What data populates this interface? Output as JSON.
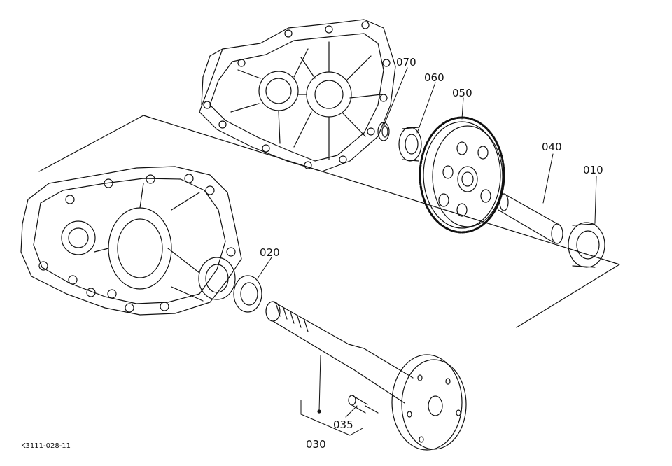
{
  "drawing_code": "K3111-028-11",
  "callouts": {
    "p010": "010",
    "p020": "020",
    "p030": "030",
    "p035": "035",
    "p040": "040",
    "p050": "050",
    "p060": "060",
    "p070": "070"
  },
  "colors": {
    "line": "#111111",
    "background": "#ffffff"
  }
}
